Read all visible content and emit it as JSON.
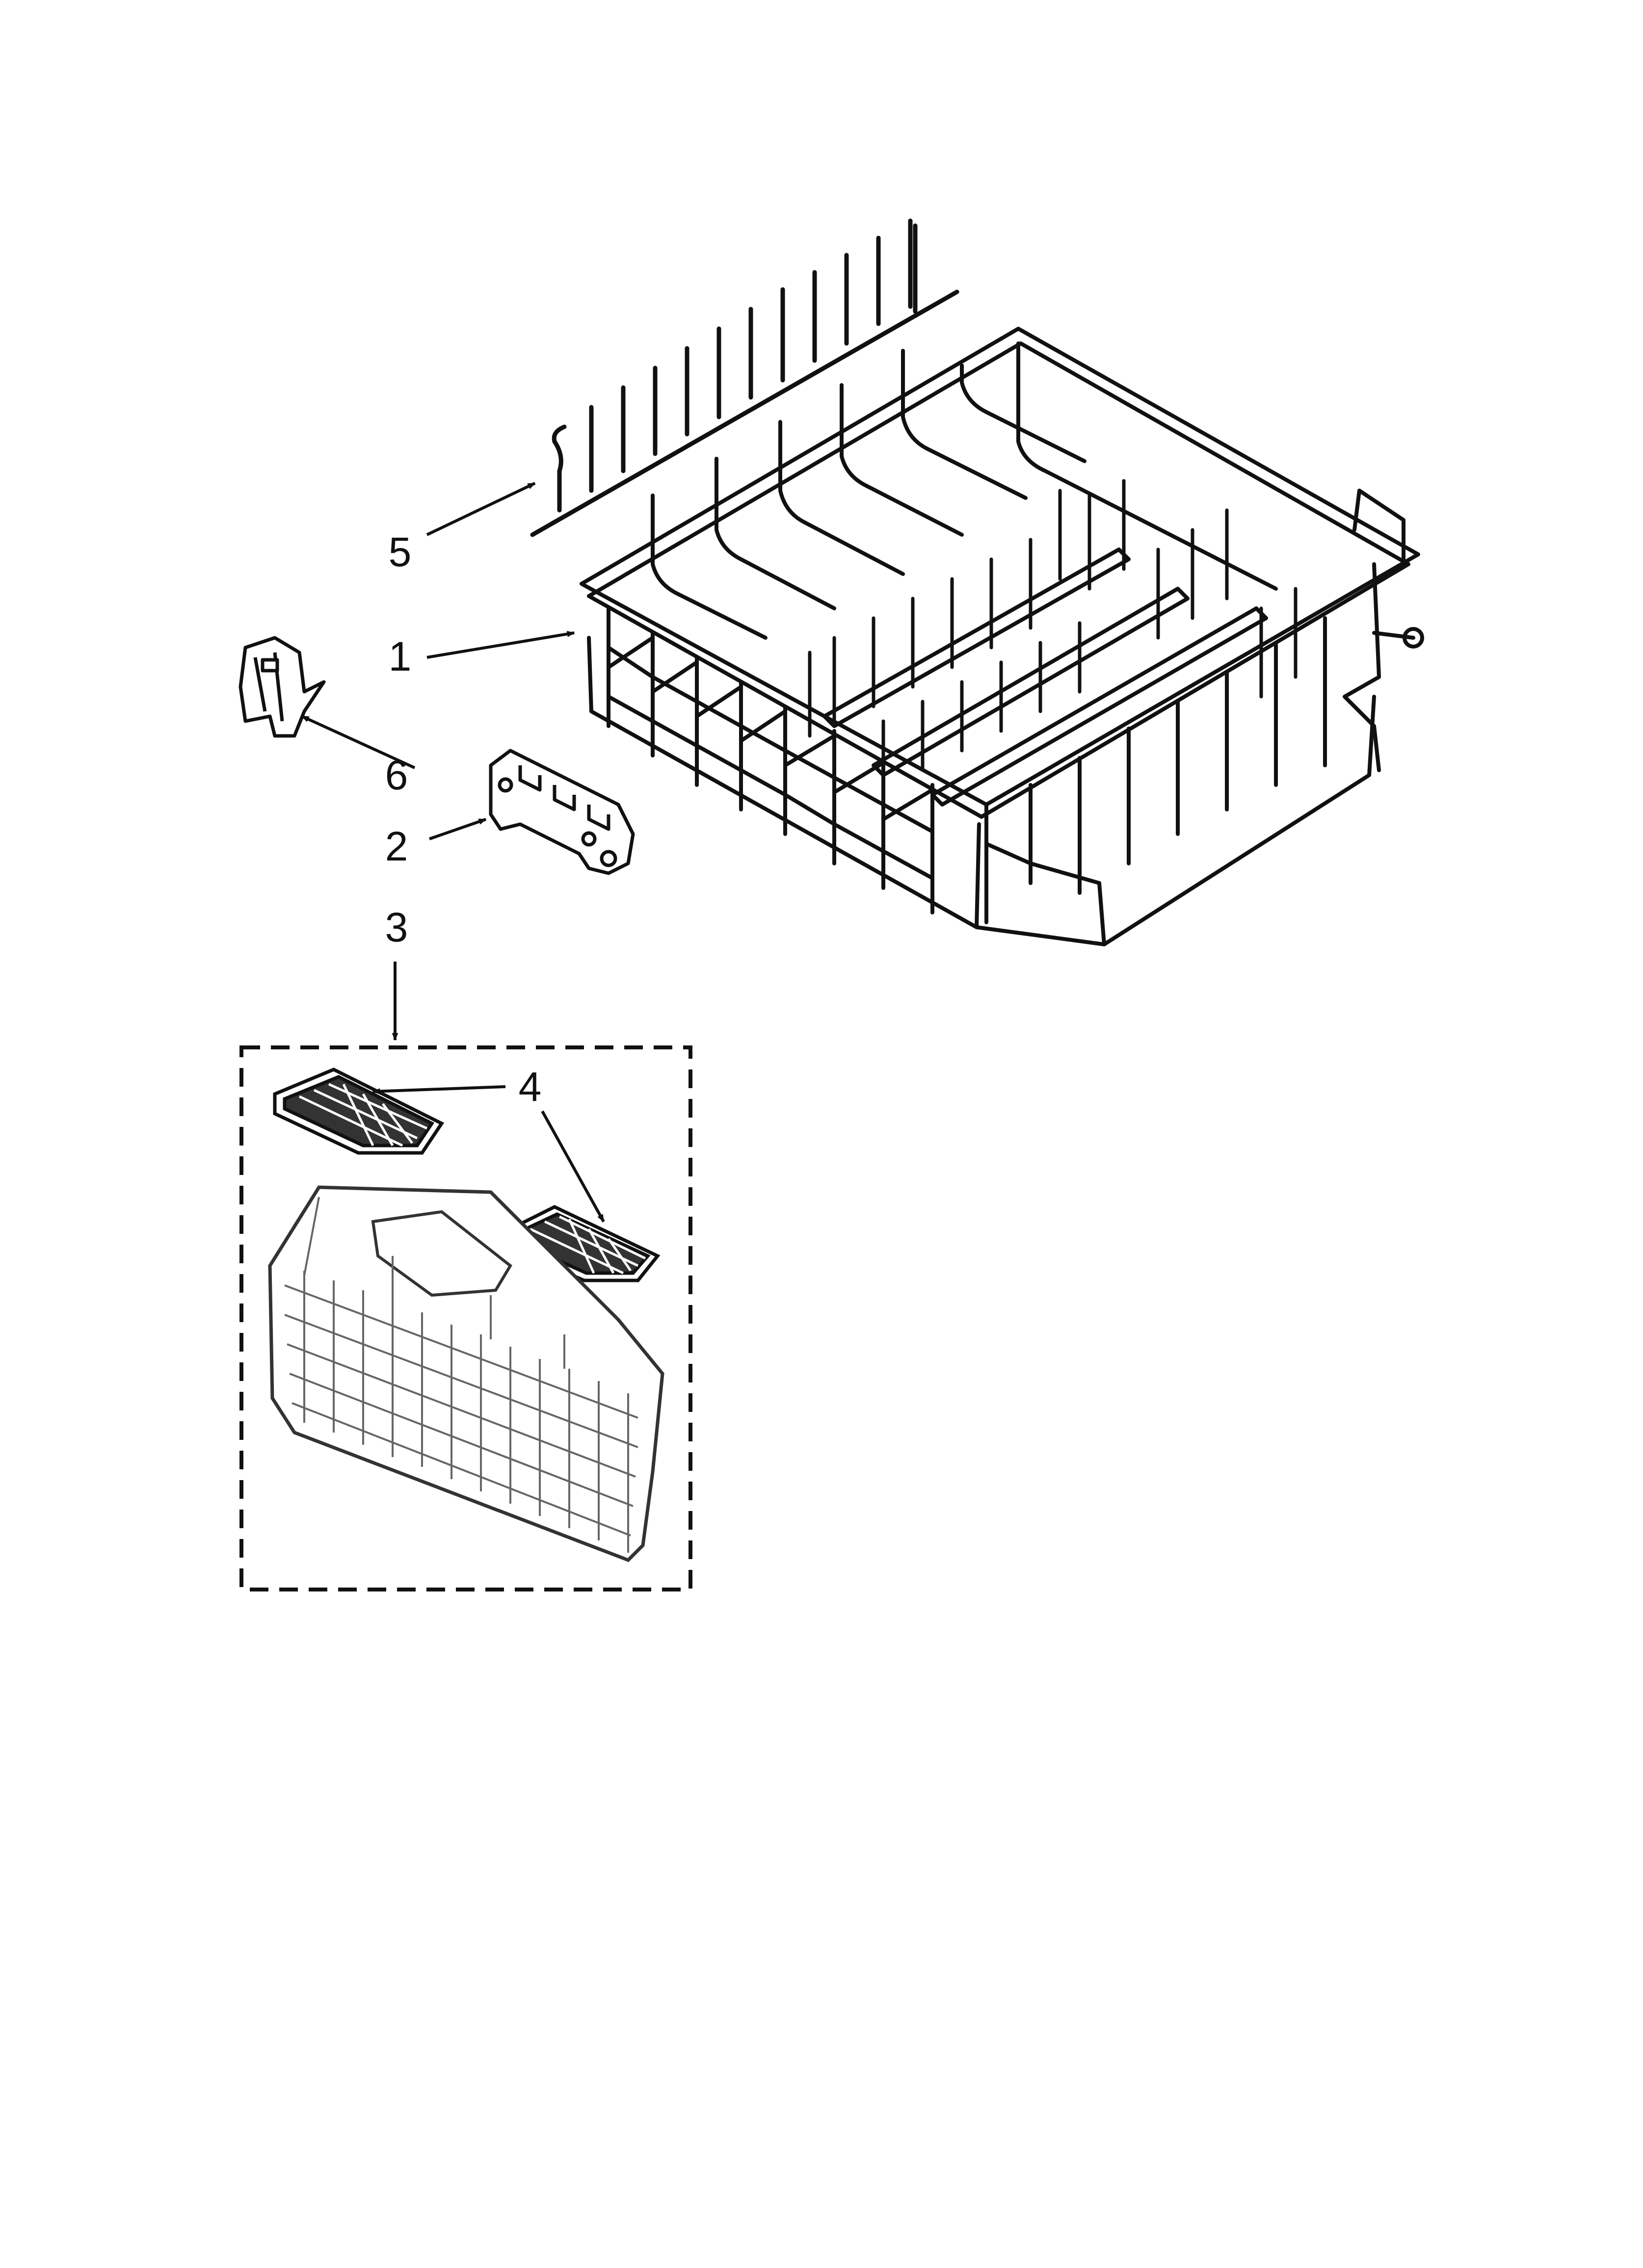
{
  "diagram": {
    "callouts": [
      {
        "id": "c1",
        "label": "1"
      },
      {
        "id": "c2",
        "label": "2"
      },
      {
        "id": "c3",
        "label": "3"
      },
      {
        "id": "c4",
        "label": "4"
      },
      {
        "id": "c5",
        "label": "5"
      },
      {
        "id": "c6",
        "label": "6"
      }
    ],
    "colors": {
      "line": "#111111",
      "light": "#555555",
      "background": "#ffffff"
    }
  }
}
